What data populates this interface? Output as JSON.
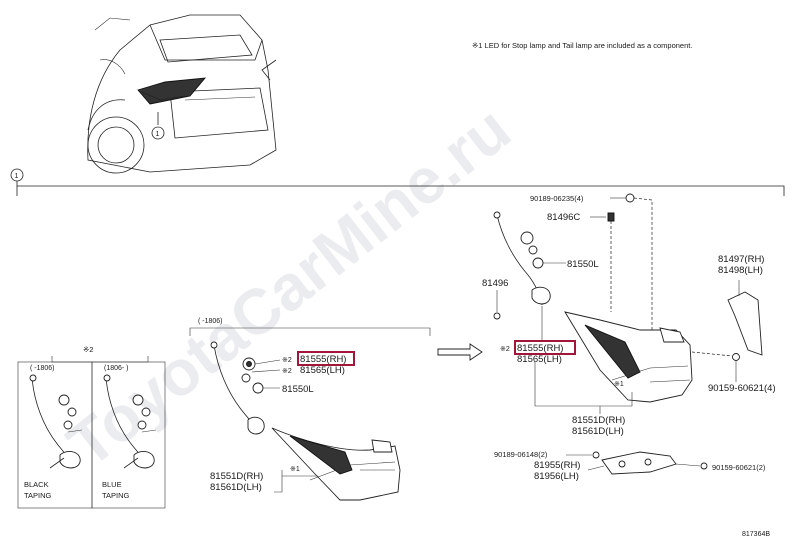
{
  "note": "※1 LED for Stop lamp and Tail lamp are included as a component.",
  "callout_number": "1",
  "watermark": "ToyotaCarMine.ru",
  "diagram_code": "817364B",
  "highlight_color": "#a3163c",
  "left_panel": {
    "ref": "※2",
    "col1_header": "(    -1806)",
    "col2_header": "(1806-    )",
    "col1_label_line1": "BLACK",
    "col1_label_line2": "TAPING",
    "col2_label_line1": "BLUE",
    "col2_label_line2": "TAPING"
  },
  "middle_panel": {
    "header": "(    -1806)",
    "part_81555_rh": "81555(RH)",
    "part_81565_lh": "81565(LH)",
    "ref_81555": "※2",
    "ref_81565": "※2",
    "part_81550l": "81550L",
    "part_81551d_rh": "81551D(RH)",
    "part_81561d_lh": "81561D(LH)",
    "ref_81551": "※1"
  },
  "right_panel": {
    "part_90189_06235": "90189-06235(4)",
    "part_81496c": "81496C",
    "part_81550l": "81550L",
    "part_81496": "81496",
    "ref_81555": "※2",
    "part_81555_rh": "81555(RH)",
    "part_81565_lh": "81565(LH)",
    "ref_81551": "※1",
    "part_81551d_rh": "81551D(RH)",
    "part_81561d_lh": "81561D(LH)",
    "part_81497_rh": "81497(RH)",
    "part_81498_lh": "81498(LH)",
    "part_90159_60621_a": "90159-60621(4)",
    "part_90189_06148": "90189-06148(2)",
    "part_81955_rh": "81955(RH)",
    "part_81956_lh": "81956(LH)",
    "part_90159_60621_b": "90159-60621(2)"
  }
}
